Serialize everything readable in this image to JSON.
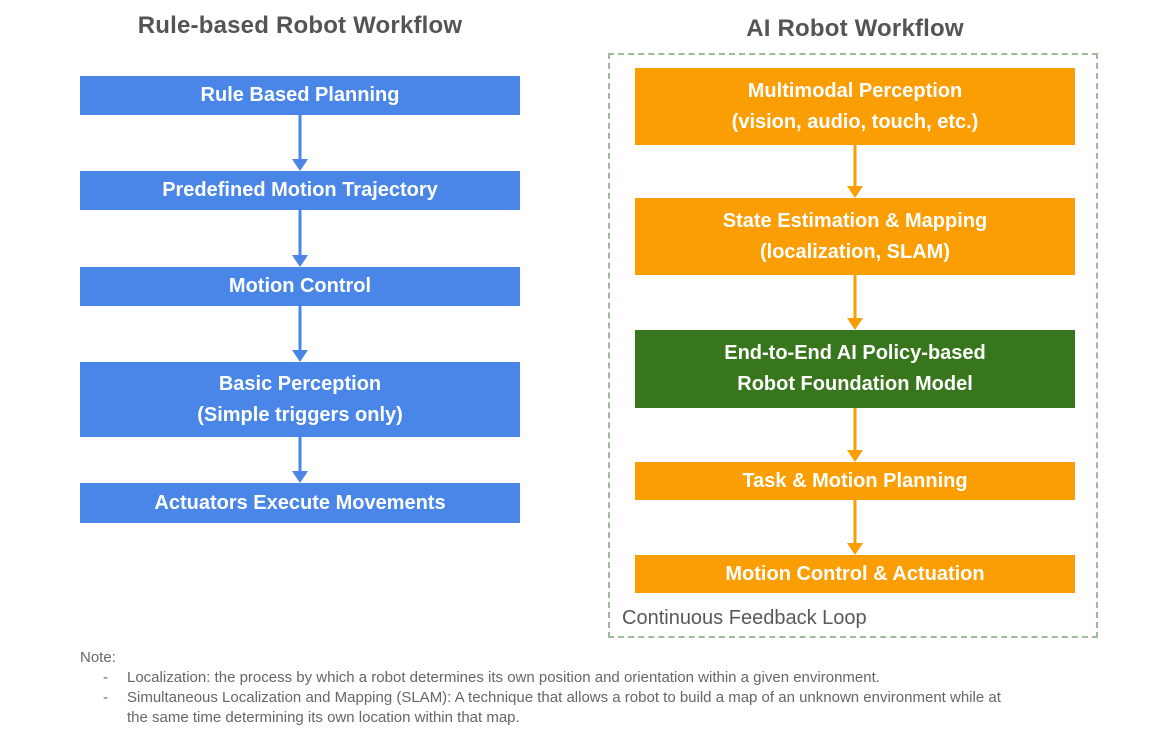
{
  "colors": {
    "rule_based_box": "#4a86e8",
    "ai_box": "#fa9e03",
    "foundation_model_box": "#38761d",
    "feedback_frame_border": "#9fb99b",
    "title_text": "#545454",
    "note_text": "#666666"
  },
  "left": {
    "title": "Rule-based Robot Workflow",
    "boxes": [
      {
        "lines": [
          "Rule Based Planning"
        ]
      },
      {
        "lines": [
          "Predefined Motion Trajectory"
        ]
      },
      {
        "lines": [
          "Motion Control"
        ]
      },
      {
        "lines": [
          "Basic Perception",
          "(Simple triggers only)"
        ]
      },
      {
        "lines": [
          "Actuators Execute Movements"
        ]
      }
    ]
  },
  "right": {
    "title": "AI Robot Workflow",
    "feedback_label": "Continuous Feedback Loop",
    "boxes": [
      {
        "lines": [
          "Multimodal Perception",
          "(vision, audio, touch, etc.)"
        ]
      },
      {
        "lines": [
          "State Estimation & Mapping",
          "(localization, SLAM)"
        ]
      },
      {
        "lines": [
          "End-to-End AI Policy-based",
          "Robot Foundation Model"
        ]
      },
      {
        "lines": [
          "Task & Motion Planning"
        ]
      },
      {
        "lines": [
          "Motion Control & Actuation"
        ]
      }
    ]
  },
  "note": {
    "label": "Note:",
    "bullet_char": "-",
    "items": [
      {
        "lines": [
          "Localization: the process by which a robot determines its own position and orientation within a given environment."
        ]
      },
      {
        "lines": [
          "Simultaneous Localization and Mapping (SLAM): A technique that allows a robot to build a map of an unknown environment while at",
          "the same time determining its own location within that map."
        ]
      }
    ]
  }
}
